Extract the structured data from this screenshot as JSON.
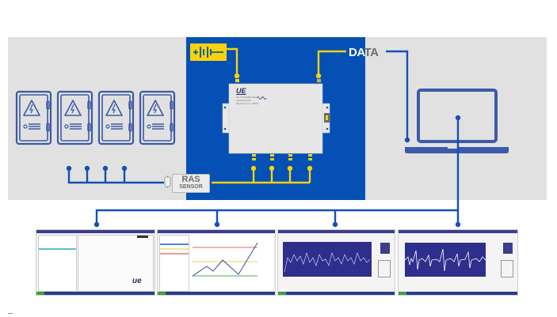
{
  "diagram": {
    "title": "RAS sensor monitoring system overview",
    "labels": {
      "data": [
        "DA",
        "TA"
      ],
      "ras_sensor_line1": "RAS",
      "ras_sensor_line2": "SENSOR",
      "device_brand": "UE",
      "device_sub_lines": [
        "UE SYSTEMS INC",
        "Ultratrak RAS",
        "Elmsford, N.Y. 10523"
      ]
    },
    "icons": {
      "cabinets": [
        "electrical-cabinet-icon",
        "electrical-cabinet-icon",
        "electrical-cabinet-icon",
        "electrical-cabinet-icon"
      ],
      "power": "battery-power-icon",
      "device": "data-logger-device",
      "computer": "laptop-icon"
    },
    "colors": {
      "panel_gray": "#e1e1e1",
      "panel_blue": "#0450b4",
      "line_blue": "#1450b4",
      "line_yellow": "#f8d20c",
      "icon_blue": "#3d5aa8"
    },
    "software_screens": [
      {
        "name": "configuration-tree-screen"
      },
      {
        "name": "trend-line-chart-screen"
      },
      {
        "name": "waveform-screen-1"
      },
      {
        "name": "waveform-screen-2"
      }
    ]
  }
}
